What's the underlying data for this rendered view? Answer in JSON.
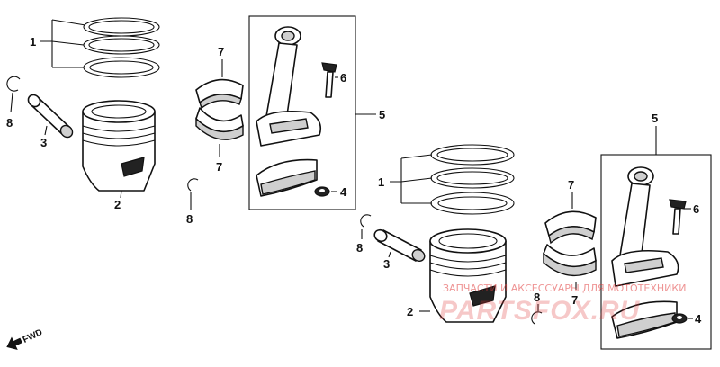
{
  "diagram": {
    "callouts": {
      "piston_ring_set": "1",
      "piston": "2",
      "piston_pin": "3",
      "nut": "4",
      "connecting_rod": "5",
      "bolt": "6",
      "bearing": "7",
      "pin_clip": "8"
    },
    "forward_marker": "FWD"
  },
  "watermark": {
    "tagline": "ЗАПЧАСТИ И АКСЕССУАРЫ ДЛЯ МОТОТЕХНИКИ",
    "brand": "PARTSFOX.RU"
  }
}
